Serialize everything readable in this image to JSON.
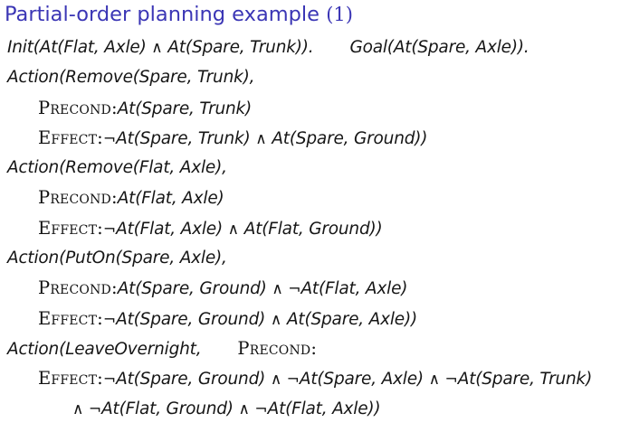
{
  "slide": {
    "title": "Partial-order planning example (1)",
    "title_main": "Partial-order planning example ",
    "title_paren": "(1)",
    "title_color": "#3b36b5",
    "body_color": "#161616",
    "background": "#ffffff"
  },
  "keywords": {
    "precond": "Precond:",
    "effect": "Effect:"
  },
  "symbols": {
    "and": "∧",
    "not": "¬"
  },
  "lines": [
    {
      "id": "init-goal",
      "indent": 0,
      "text": "Init(At(Flat, Axle) ∧ At(Spare, Trunk)).    Goal(At(Spare, Axle)).",
      "segments": [
        {
          "kind": "logic",
          "text": "Init(At(Flat, Axle) "
        },
        {
          "kind": "sym",
          "text": "∧"
        },
        {
          "kind": "logic",
          "text": " At(Spare, Trunk))."
        },
        {
          "kind": "gap",
          "size": "lg"
        },
        {
          "kind": "logic",
          "text": "Goal(At(Spare, Axle))."
        }
      ]
    },
    {
      "id": "action-remove-spare-header",
      "indent": 0,
      "text": "Action(Remove(Spare, Trunk),",
      "segments": [
        {
          "kind": "logic",
          "text": "Action(Remove(Spare, Trunk),"
        }
      ]
    },
    {
      "id": "action-remove-spare-precond",
      "indent": 1,
      "text": "Precond:At(Spare, Trunk)",
      "segments": [
        {
          "kind": "kw",
          "text": "Precond:"
        },
        {
          "kind": "logic",
          "text": "At(Spare, Trunk)"
        }
      ]
    },
    {
      "id": "action-remove-spare-effect",
      "indent": 1,
      "text": "Effect:¬At(Spare, Trunk) ∧ At(Spare, Ground))",
      "segments": [
        {
          "kind": "kw",
          "text": "Effect:"
        },
        {
          "kind": "sym",
          "text": "¬"
        },
        {
          "kind": "logic",
          "text": "At(Spare, Trunk) "
        },
        {
          "kind": "sym",
          "text": "∧"
        },
        {
          "kind": "logic",
          "text": " At(Spare, Ground))"
        }
      ]
    },
    {
      "id": "action-remove-flat-header",
      "indent": 0,
      "text": "Action(Remove(Flat, Axle),",
      "segments": [
        {
          "kind": "logic",
          "text": "Action(Remove(Flat, Axle),"
        }
      ]
    },
    {
      "id": "action-remove-flat-precond",
      "indent": 1,
      "text": "Precond:At(Flat, Axle)",
      "segments": [
        {
          "kind": "kw",
          "text": "Precond:"
        },
        {
          "kind": "logic",
          "text": "At(Flat, Axle)"
        }
      ]
    },
    {
      "id": "action-remove-flat-effect",
      "indent": 1,
      "text": "Effect:¬At(Flat, Axle) ∧ At(Flat, Ground))",
      "segments": [
        {
          "kind": "kw",
          "text": "Effect:"
        },
        {
          "kind": "sym",
          "text": "¬"
        },
        {
          "kind": "logic",
          "text": "At(Flat, Axle) "
        },
        {
          "kind": "sym",
          "text": "∧"
        },
        {
          "kind": "logic",
          "text": " At(Flat, Ground))"
        }
      ]
    },
    {
      "id": "action-puton-header",
      "indent": 0,
      "text": "Action(PutOn(Spare, Axle),",
      "segments": [
        {
          "kind": "logic",
          "text": "Action(PutOn(Spare, Axle),"
        }
      ]
    },
    {
      "id": "action-puton-precond",
      "indent": 1,
      "text": "Precond:At(Spare, Ground) ∧ ¬At(Flat, Axle)",
      "segments": [
        {
          "kind": "kw",
          "text": "Precond:"
        },
        {
          "kind": "logic",
          "text": "At(Spare, Ground) "
        },
        {
          "kind": "sym",
          "text": "∧ ¬"
        },
        {
          "kind": "logic",
          "text": "At(Flat, Axle)"
        }
      ]
    },
    {
      "id": "action-puton-effect",
      "indent": 1,
      "text": "Effect:¬At(Spare, Ground) ∧ At(Spare, Axle))",
      "segments": [
        {
          "kind": "kw",
          "text": "Effect:"
        },
        {
          "kind": "sym",
          "text": "¬"
        },
        {
          "kind": "logic",
          "text": "At(Spare, Ground) "
        },
        {
          "kind": "sym",
          "text": "∧"
        },
        {
          "kind": "logic",
          "text": " At(Spare, Axle))"
        }
      ]
    },
    {
      "id": "action-leaveovernight-header",
      "indent": 0,
      "text": "Action(LeaveOvernight,    Precond:",
      "segments": [
        {
          "kind": "logic",
          "text": "Action(LeaveOvernight,"
        },
        {
          "kind": "gap",
          "size": "lg"
        },
        {
          "kind": "kw",
          "text": "Precond:"
        }
      ]
    },
    {
      "id": "action-leaveovernight-effect",
      "indent": 1,
      "text": "Effect:¬At(Spare, Ground) ∧ ¬At(Spare, Axle) ∧ ¬At(Spare, Trunk)",
      "segments": [
        {
          "kind": "kw",
          "text": "Effect:"
        },
        {
          "kind": "sym",
          "text": "¬"
        },
        {
          "kind": "logic",
          "text": "At(Spare, Ground) "
        },
        {
          "kind": "sym",
          "text": "∧ ¬"
        },
        {
          "kind": "logic",
          "text": "At(Spare, Axle) "
        },
        {
          "kind": "sym",
          "text": "∧ ¬"
        },
        {
          "kind": "logic",
          "text": "At(Spare, Trunk)"
        }
      ]
    },
    {
      "id": "action-leaveovernight-effect-cont",
      "indent": 2,
      "text": "∧ ¬At(Flat, Ground) ∧ ¬At(Flat, Axle))",
      "segments": [
        {
          "kind": "sym",
          "text": "∧ ¬"
        },
        {
          "kind": "logic",
          "text": "At(Flat, Ground) "
        },
        {
          "kind": "sym",
          "text": "∧ ¬"
        },
        {
          "kind": "logic",
          "text": "At(Flat, Axle))"
        }
      ]
    }
  ]
}
